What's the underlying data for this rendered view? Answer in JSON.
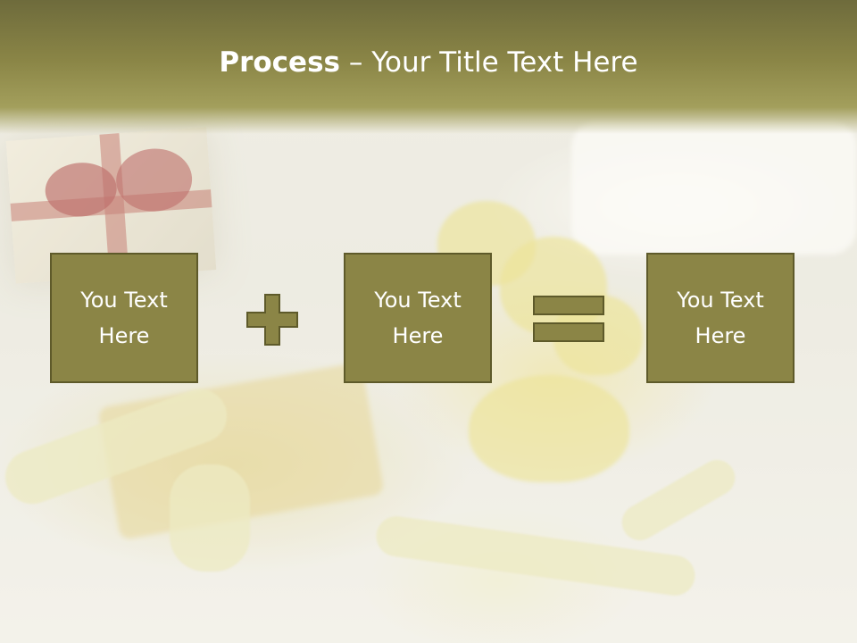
{
  "slide": {
    "title_bold": "Process",
    "title_rest": " – Your Title Text Here",
    "operators": [
      "plus-icon",
      "equals-icon"
    ],
    "boxes": [
      {
        "line1": "You Text",
        "line2": "Here"
      },
      {
        "line1": "You Text",
        "line2": "Here"
      },
      {
        "line1": "You Text",
        "line2": "Here"
      }
    ]
  },
  "colors": {
    "header_band": "#8a8546",
    "box_fill": "#8b8546",
    "box_border": "#5e5a2a",
    "operator_fill": "#8b8546",
    "text": "#ffffff"
  }
}
